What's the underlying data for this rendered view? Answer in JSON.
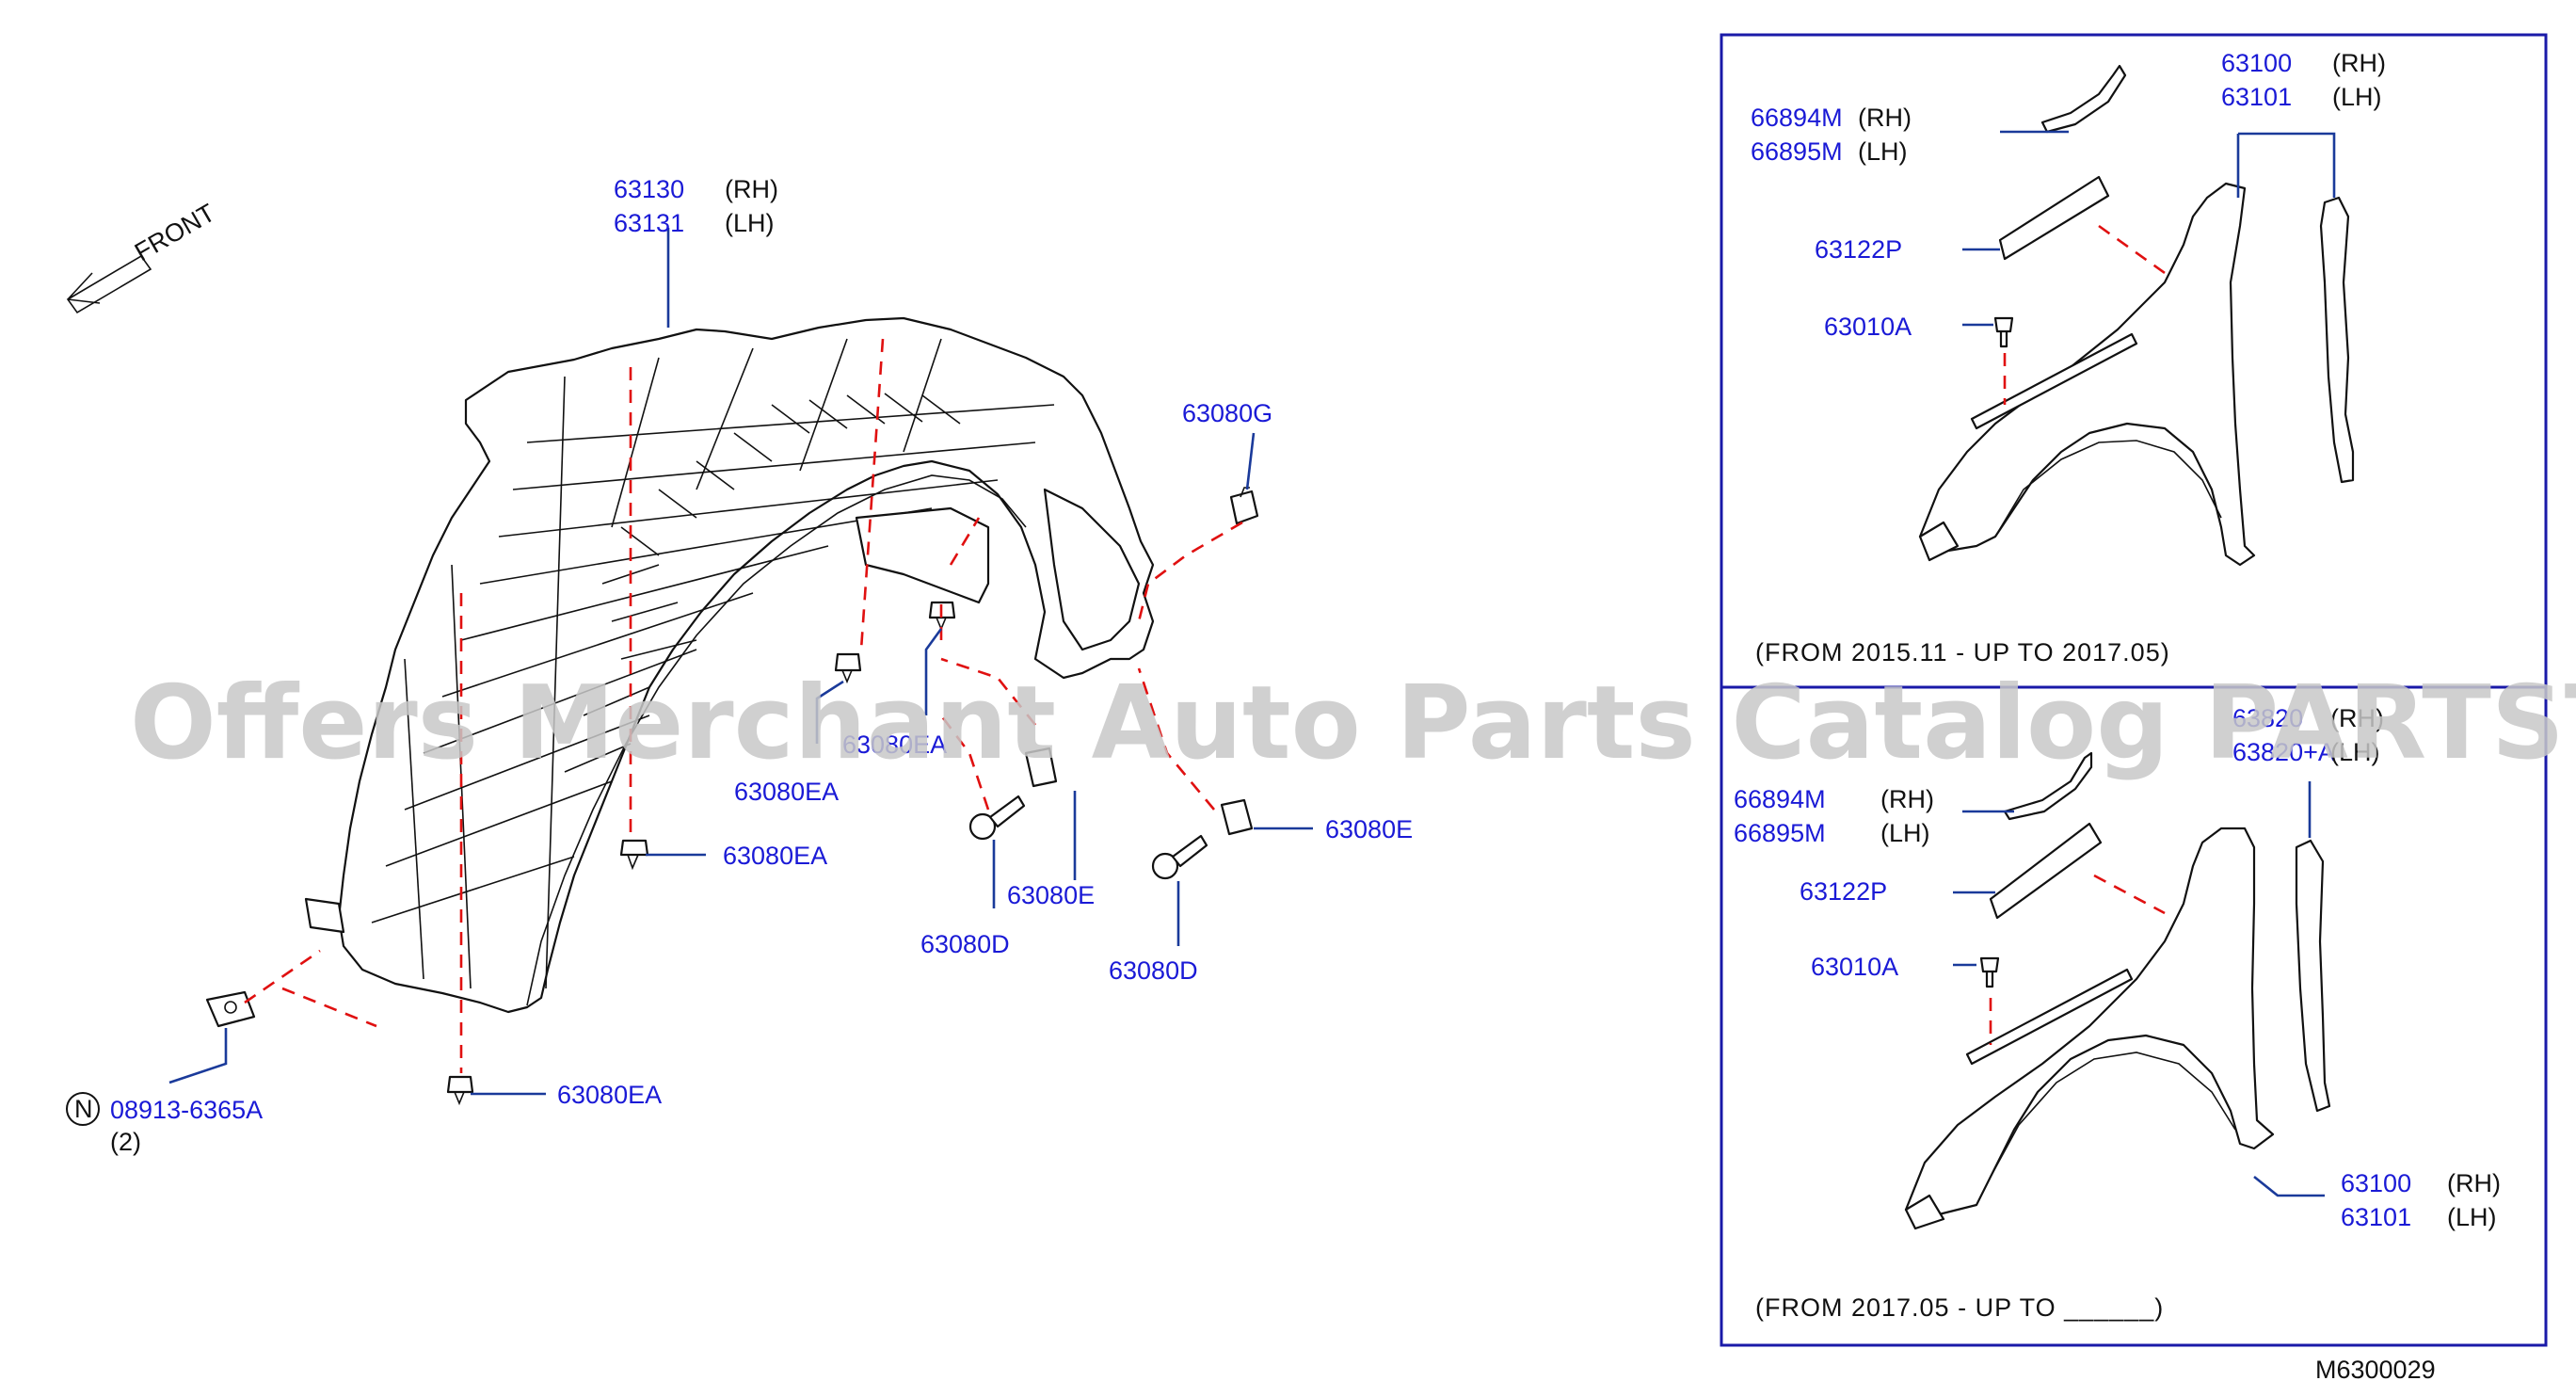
{
  "direction_label": "FRONT",
  "watermark": "Offers Merchant Auto Parts Catalog PARTSTORE.SA",
  "diagram_code": "M6300029",
  "callouts": {
    "liner_rh": "63130",
    "liner_rh_side": "(RH)",
    "liner_lh": "63131",
    "liner_lh_side": "(LH)",
    "clip_g": "63080G",
    "clip_ea_1": "63080EA",
    "clip_ea_2": "63080EA",
    "clip_ea_3": "63080EA",
    "clip_ea_4": "63080EA",
    "clip_e_1": "63080E",
    "clip_e_2": "63080E",
    "screw_d_1": "63080D",
    "screw_d_2": "63080D",
    "nut_symbol": "N",
    "nut": "08913-6365A",
    "nut_qty": "(2)"
  },
  "panel_upper": {
    "fender_rh": "63100",
    "fender_rh_side": "(RH)",
    "fender_lh": "63101",
    "fender_lh_side": "(LH)",
    "mold_rh": "66894M",
    "mold_rh_side": "(RH)",
    "mold_lh": "66895M",
    "mold_lh_side": "(LH)",
    "seal": "63122P",
    "bolt": "63010A",
    "period": "(FROM  2015.11  -  UP  TO  2017.05)"
  },
  "panel_lower": {
    "trim_rh": "63820",
    "trim_rh_side": "(RH)",
    "trim_lh": "63820+A",
    "trim_lh_side": "(LH)",
    "mold_rh": "66894M",
    "mold_rh_side": "(RH)",
    "mold_lh": "66895M",
    "mold_lh_side": "(LH)",
    "seal": "63122P",
    "bolt": "63010A",
    "fender_rh": "63100",
    "fender_rh_side": "(RH)",
    "fender_lh": "63101",
    "fender_lh_side": "(LH)",
    "period": "(FROM  2017.05  -  UP  TO  ______)"
  },
  "colors": {
    "part_number": "#1a1ad6",
    "guide_line": "#e01010",
    "leader": "#1a3a9a",
    "panel_border": "#1a1aa8"
  }
}
